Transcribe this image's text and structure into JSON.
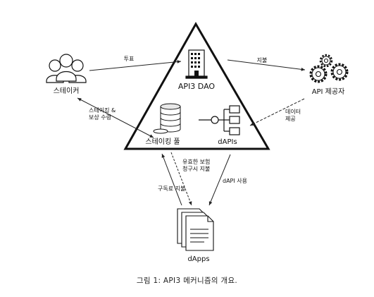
{
  "nodes": {
    "stakers": "스테이커",
    "api_providers": "API 제공자",
    "dao": "API3 DAO",
    "staking_pool": "스테이킹 풀",
    "dapis": "dAPIs",
    "dapps": "dApps"
  },
  "edges": {
    "voting": "투표",
    "payment": "지불",
    "data_line1": "데이터",
    "data_line2": "제공",
    "stake_line1": "스테이킹 &",
    "stake_line2": "보상 수령",
    "insurance_line1": "유효한 보험",
    "insurance_line2": "청구시 지불",
    "subscription": "구독료 지불",
    "dapi_usage": "dAPI 사용"
  },
  "caption": "그림 1: API3 메커니즘의 개요."
}
